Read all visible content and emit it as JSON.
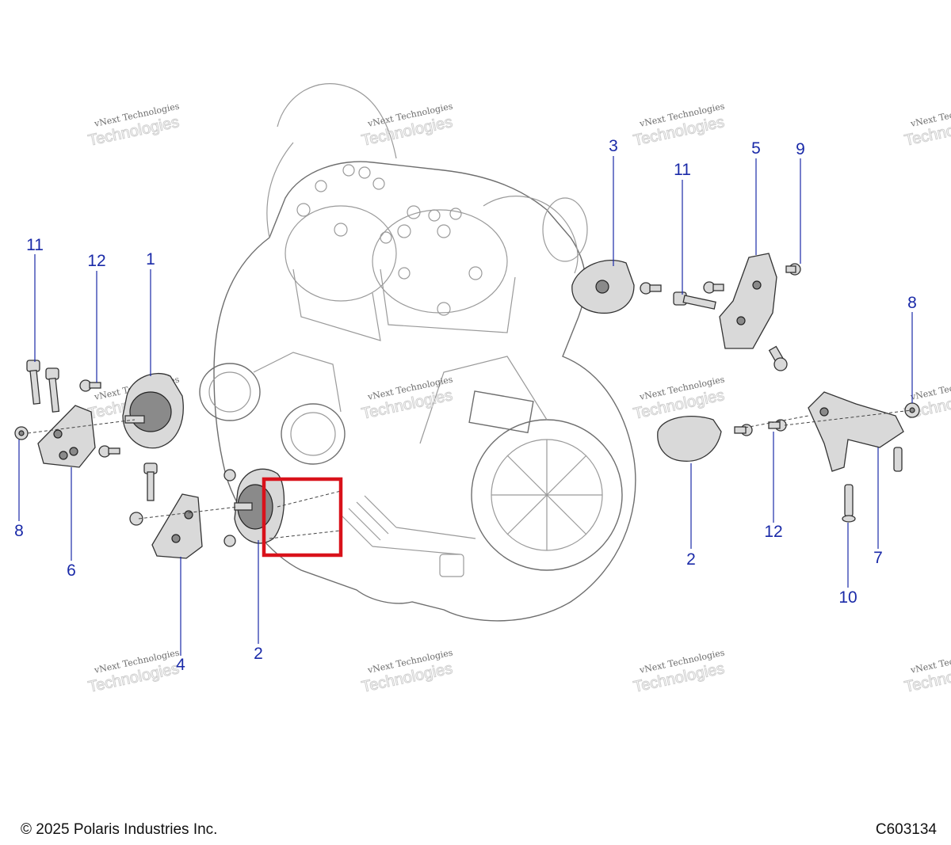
{
  "watermark": {
    "line1": "vNext Technologies",
    "line2": "vNext",
    "line3": "Technologies"
  },
  "callouts": [
    {
      "id": "c1",
      "label": "1"
    },
    {
      "id": "c2a",
      "label": "2"
    },
    {
      "id": "c2b",
      "label": "2"
    },
    {
      "id": "c3",
      "label": "3"
    },
    {
      "id": "c4",
      "label": "4"
    },
    {
      "id": "c5",
      "label": "5"
    },
    {
      "id": "c6",
      "label": "6"
    },
    {
      "id": "c7",
      "label": "7"
    },
    {
      "id": "c8a",
      "label": "8"
    },
    {
      "id": "c8b",
      "label": "8"
    },
    {
      "id": "c9",
      "label": "9"
    },
    {
      "id": "c10",
      "label": "10"
    },
    {
      "id": "c11a",
      "label": "11"
    },
    {
      "id": "c11b",
      "label": "11"
    },
    {
      "id": "c12a",
      "label": "12"
    },
    {
      "id": "c12b",
      "label": "12"
    }
  ],
  "highlight_color": "#d9121b",
  "callout_color": "#1a2aa8",
  "footer": {
    "copyright": "© 2025 Polaris Industries Inc.",
    "figure_code": "C603134"
  }
}
